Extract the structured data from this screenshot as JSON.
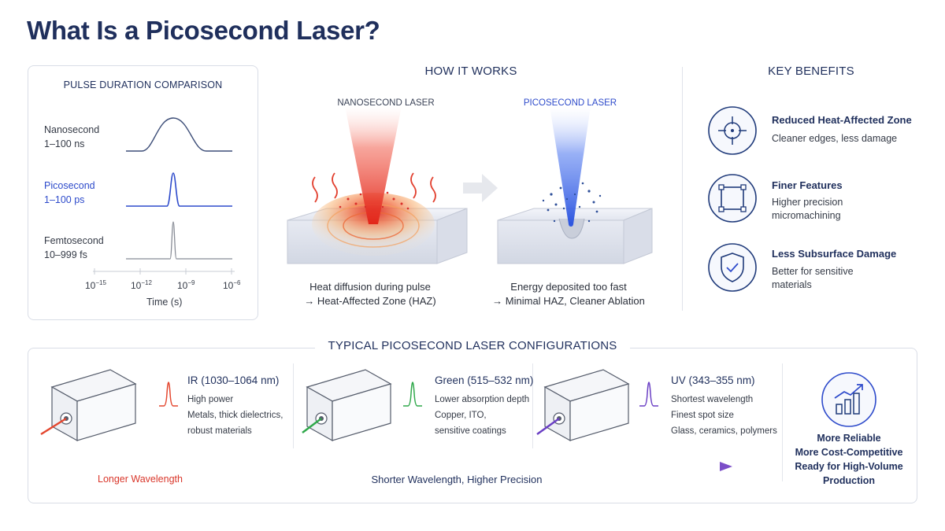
{
  "title": "What Is a Picosecond Laser?",
  "pulse_panel": {
    "heading": "PULSE DURATION COMPARISON",
    "rows": [
      {
        "name": "Nanosecond",
        "range": "1–100 ns"
      },
      {
        "name": "Picosecond",
        "range": "1–100 ps"
      },
      {
        "name": "Femtosecond",
        "range": "10–999 fs"
      }
    ],
    "axis_ticks": [
      "10",
      "10",
      "10",
      "10"
    ],
    "axis_exponents": [
      "−15",
      "−12",
      "−9",
      "−6"
    ],
    "axis_label": "Time (s)"
  },
  "how_it_works": {
    "heading": "HOW IT WORKS",
    "left_label": "NANOSECOND LASER",
    "right_label": "PICOSECOND LASER",
    "left_caption_1": "Heat diffusion during pulse",
    "left_caption_2": "→ Heat-Affected Zone (HAZ)",
    "right_caption_1": "Energy deposited too fast",
    "right_caption_2": "→ Minimal HAZ, Cleaner Ablation"
  },
  "benefits": {
    "heading": "KEY BENEFITS",
    "items": [
      {
        "title": "Reduced Heat-Affected Zone",
        "desc_1": "Cleaner edges, less damage",
        "desc_2": "",
        "icon": "target-icon"
      },
      {
        "title": "Finer Features",
        "desc_1": "Higher precision",
        "desc_2": "micromachining",
        "icon": "frame-icon"
      },
      {
        "title": "Less Subsurface Damage",
        "desc_1": "Better for sensitive",
        "desc_2": "materials",
        "icon": "shield-check-icon"
      }
    ]
  },
  "configs": {
    "heading": "TYPICAL PICOSECOND LASER CONFIGURATIONS",
    "items": [
      {
        "title": "IR (1030–1064 nm)",
        "line_1": "High power",
        "line_2": "Metals, thick dielectrics,",
        "line_3": "robust materials",
        "color": "#e4472f"
      },
      {
        "title": "Green (515–532 nm)",
        "line_1": "Lower absorption depth",
        "line_2": "Copper, ITO,",
        "line_3": "sensitive coatings",
        "color": "#2fa84a"
      },
      {
        "title": "UV (343–355 nm)",
        "line_1": "Shortest wavelength",
        "line_2": "Finest spot size",
        "line_3": "Glass, ceramics, polymers",
        "color": "#6a3fc4"
      }
    ],
    "arrow_left": "Longer Wavelength",
    "arrow_center": "Shorter Wavelength, Higher Precision",
    "outcome": [
      "More Reliable",
      "More Cost-Competitive",
      "Ready for High-Volume",
      "Production"
    ]
  },
  "colors": {
    "navy": "#1f2f5c",
    "accent_blue": "#2e4bcb",
    "red": "#e4472f"
  }
}
